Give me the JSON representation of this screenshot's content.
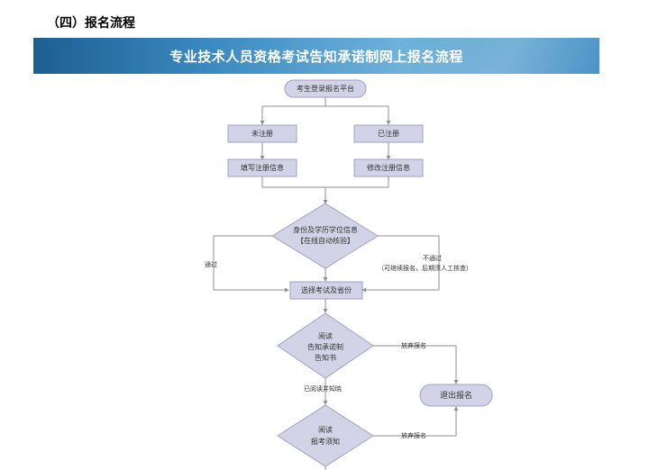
{
  "heading": "（四）报名流程",
  "banner_title": "专业技术人员资格考试告知承诺制网上报名流程",
  "nodes": {
    "login": "考生登录报名平台",
    "unregistered": "未注册",
    "registered": "已注册",
    "fill_info": "填写注册信息",
    "modify_info": "修改注册信息",
    "verify_line1": "身份及学历学位信息",
    "verify_line2": "【在线自动核验】",
    "choose": "选择考试及省份",
    "read1_line1": "阅读",
    "read1_line2": "告知承诺制",
    "read1_line3": "告知书",
    "exit": "退出报名",
    "read2_line1": "阅读",
    "read2_line2": "报考须知"
  },
  "edges": {
    "pass": "通过",
    "fail_line1": "不通过",
    "fail_line2": "（可继续报名，后期须人工核查）",
    "read_ok": "已阅读并知晓",
    "give_up1": "放弃报名",
    "give_up2": "放弃报名"
  },
  "colors": {
    "node_fill": "#d2d3e6",
    "node_stroke": "#9fa1c4",
    "line": "#8f8f8f"
  }
}
